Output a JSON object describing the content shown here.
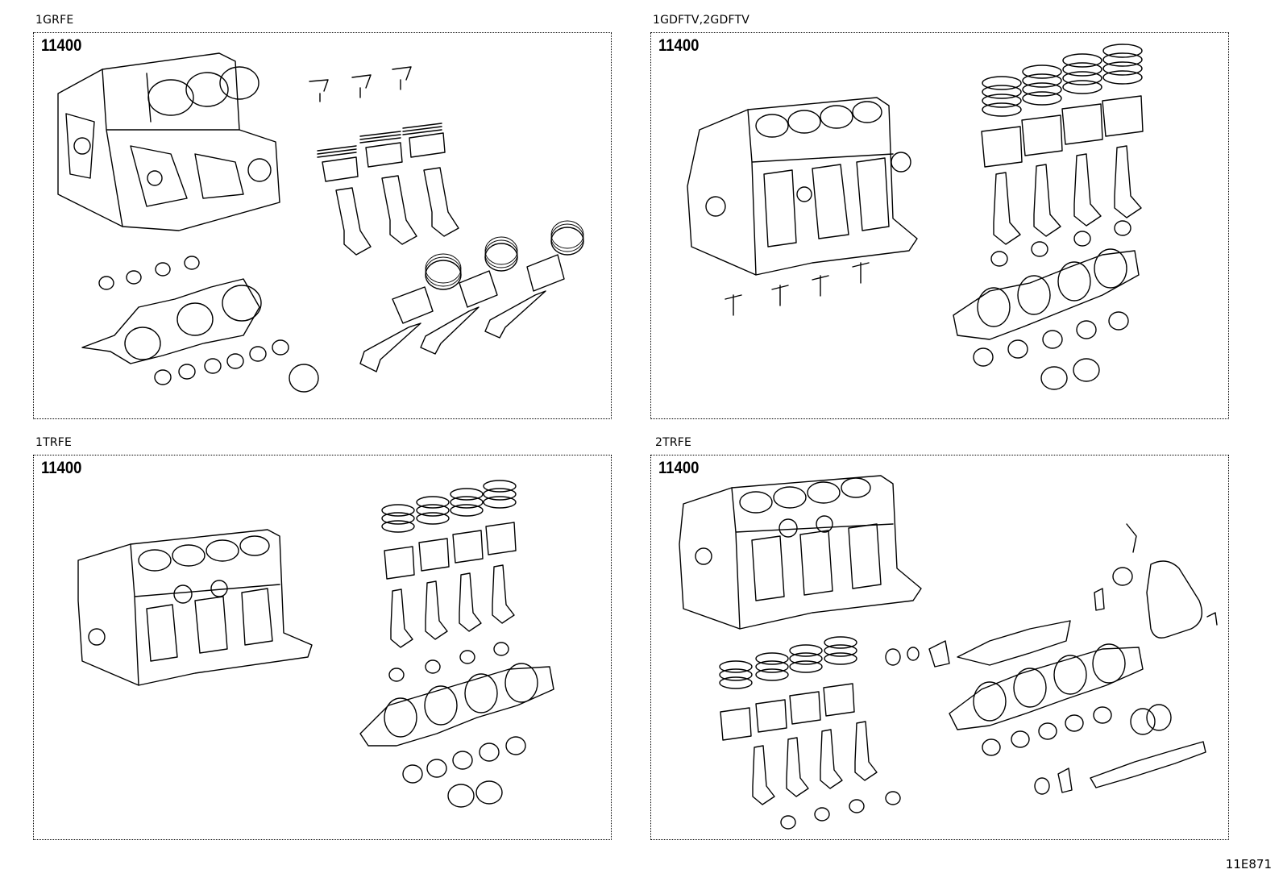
{
  "panels": [
    {
      "id": "p1",
      "engine": "1GRFE",
      "part_number": "11400"
    },
    {
      "id": "p2",
      "engine": "1GDFTV,2GDFTV",
      "part_number": "11400"
    },
    {
      "id": "p3",
      "engine": "1TRFE",
      "part_number": "11400"
    },
    {
      "id": "p4",
      "engine": "2TRFE",
      "part_number": "11400"
    }
  ],
  "illustration_code": "11E871"
}
